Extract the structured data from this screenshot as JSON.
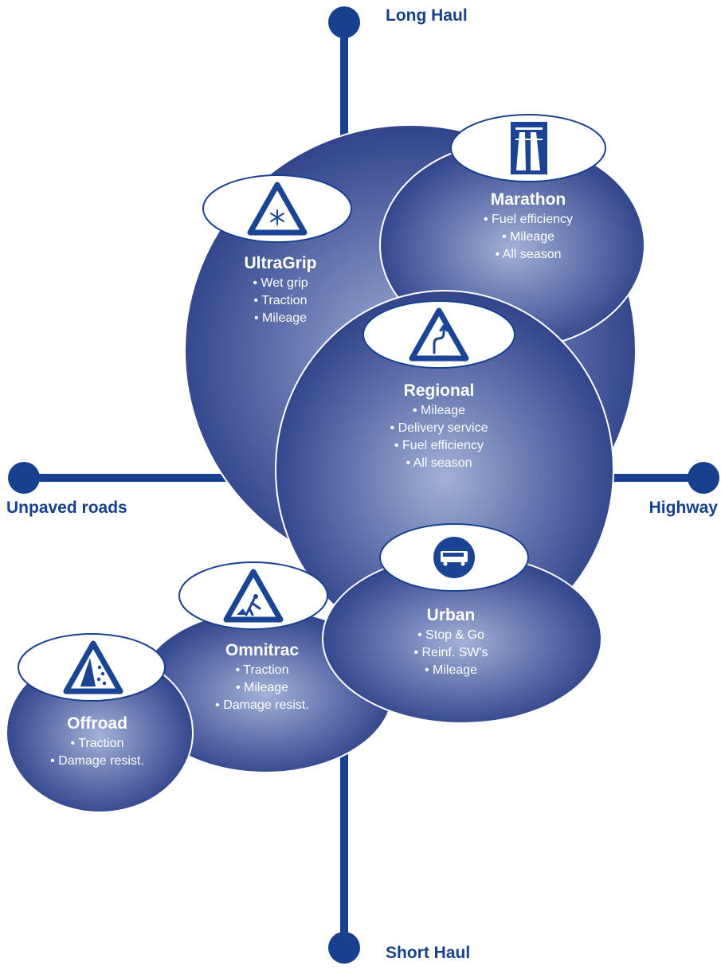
{
  "axes": {
    "top": "Long Haul",
    "bottom": "Short Haul",
    "left": "Unpaved roads",
    "right": "Highway"
  },
  "colors": {
    "axis": "#17418e",
    "bubble_dark": "#2a3c86",
    "bubble_light": "#9aa8d2",
    "sign_blue": "#17418e",
    "text": "#ffffff"
  },
  "segments": [
    {
      "key": "marathon",
      "title": "Marathon",
      "icon": "motorway-sign-icon",
      "features": [
        "• Fuel efficiency",
        "• Mileage",
        "• All season"
      ]
    },
    {
      "key": "ultragrip",
      "title": "UltraGrip",
      "icon": "snow-warning-sign-icon",
      "features": [
        "• Wet grip",
        "• Traction",
        "• Mileage"
      ]
    },
    {
      "key": "regional",
      "title": "Regional",
      "icon": "winding-road-sign-icon",
      "features": [
        "• Mileage",
        "• Delivery service",
        "• Fuel efficiency",
        "• All season"
      ]
    },
    {
      "key": "urban",
      "title": "Urban",
      "icon": "bus-sign-icon",
      "features": [
        "• Stop & Go",
        "• Reinf. SW's",
        "• Mileage"
      ]
    },
    {
      "key": "omnitrac",
      "title": "Omnitrac",
      "icon": "roadworks-sign-icon",
      "features": [
        "• Traction",
        "• Mileage",
        "• Damage resist."
      ]
    },
    {
      "key": "offroad",
      "title": "Offroad",
      "icon": "falling-rocks-sign-icon",
      "features": [
        "• Traction",
        "• Damage resist."
      ]
    }
  ]
}
